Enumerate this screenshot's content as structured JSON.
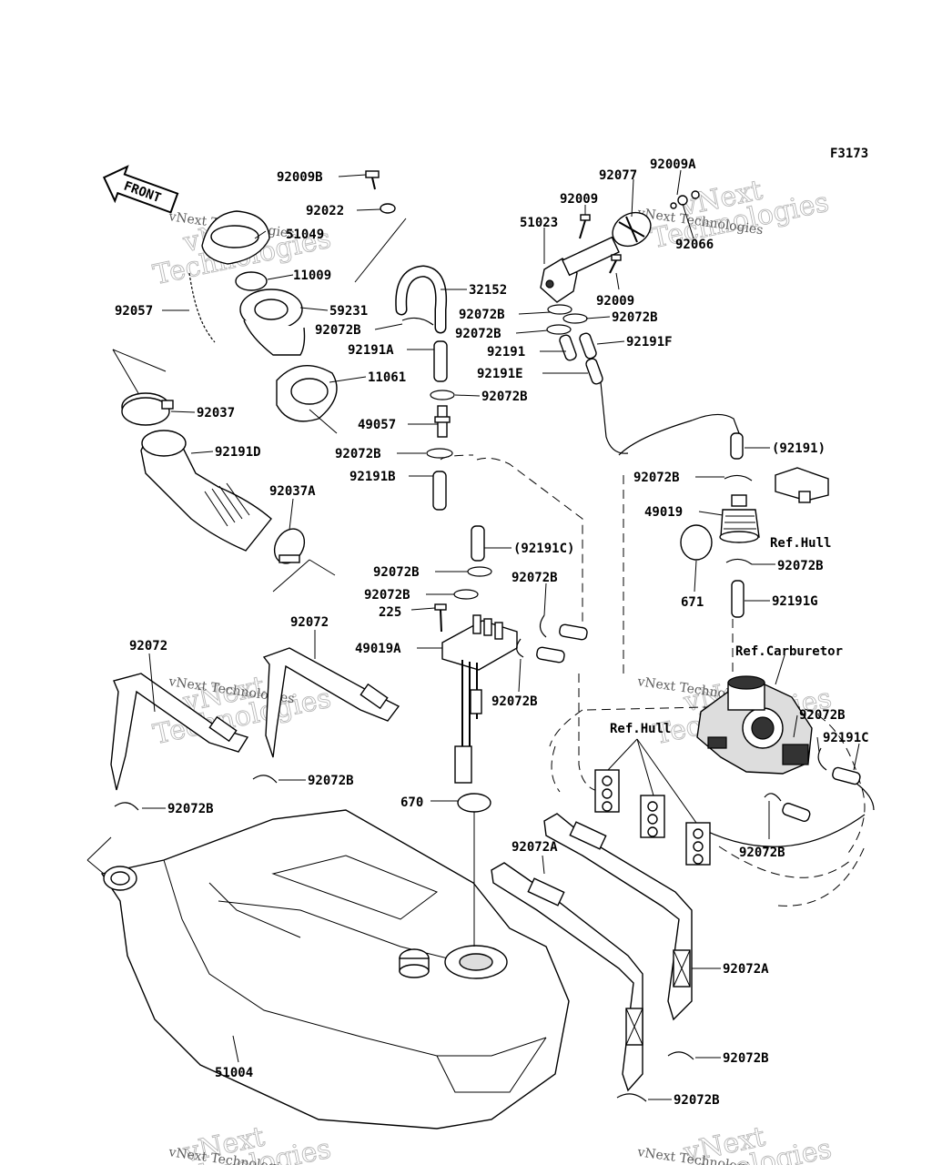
{
  "diagram_code": "F3173",
  "front_arrow": "FRONT",
  "watermark": {
    "line1": "vNext",
    "line2": "Technologies",
    "small": "vNext Technologies"
  },
  "refs": {
    "hull_1": "Ref.Hull",
    "hull_2": "Ref.Hull",
    "carburetor": "Ref.Carburetor"
  },
  "labels": {
    "p92009B": "92009B",
    "p92022": "92022",
    "p51049": "51049",
    "p11009": "11009",
    "p92057": "92057",
    "p59231": "59231",
    "p11061": "11061",
    "p92037": "92037",
    "p92191D": "92191D",
    "p92037A": "92037A",
    "p32152": "32152",
    "p92072B_a": "92072B",
    "p92191A": "92191A",
    "p92072B_b": "92072B",
    "p49057": "49057",
    "p92072B_c": "92072B",
    "p92191B": "92191B",
    "p92191C_paren": "(92191C)",
    "p92072B_d": "92072B",
    "p92072B_e": "92072B",
    "p225": "225",
    "p49019A": "49019A",
    "p92072B_f": "92072B",
    "p92072B_g": "92072B",
    "p92072_l": "92072",
    "p92072_r": "92072",
    "p92072B_h": "92072B",
    "p92072B_i": "92072B",
    "p670": "670",
    "p92072A_a": "92072A",
    "p51004": "51004",
    "p92077": "92077",
    "p92009A": "92009A",
    "p92009_a": "92009",
    "p51023": "51023",
    "p92066": "92066",
    "p92009_b": "92009",
    "p92072B_j": "92072B",
    "p92072B_k": "92072B",
    "p92072B_l": "92072B",
    "p92191": "92191",
    "p92191F": "92191F",
    "p92191E": "92191E",
    "p92191_paren": "(92191)",
    "p92072B_m": "92072B",
    "p49019": "49019",
    "p92072B_n": "92072B",
    "p671": "671",
    "p92191G": "92191G",
    "p92072B_o": "92072B",
    "p92191C": "92191C",
    "p92072B_p": "92072B",
    "p92072A_b": "92072A",
    "p92072B_q": "92072B",
    "p92072B_r": "92072B"
  }
}
